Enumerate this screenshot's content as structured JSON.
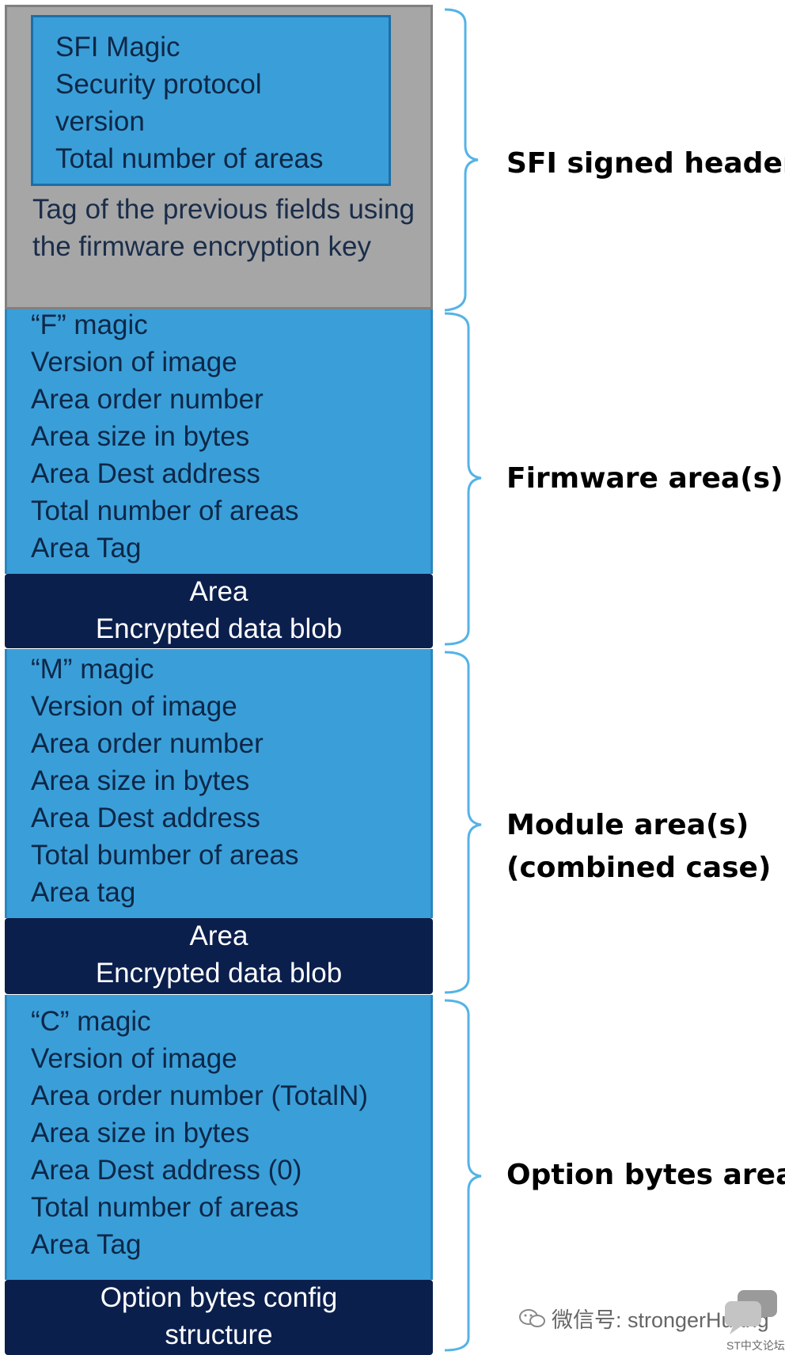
{
  "sfi_header": {
    "inner_fields": [
      "SFI Magic",
      "Security protocol",
      "version",
      "Total number of areas"
    ],
    "tag_text": "Tag of the previous fields using the firmware encryption key",
    "label": "SFI signed header"
  },
  "firmware_area": {
    "fields": [
      "“F” magic",
      "Version of image",
      "Area order number",
      "Area size in bytes",
      "Area Dest address",
      "Total number of areas",
      "Area Tag"
    ],
    "blob": [
      "Area",
      "Encrypted data blob"
    ],
    "label": "Firmware area(s)"
  },
  "module_area": {
    "fields": [
      "“M” magic",
      "Version of image",
      "Area order number",
      "Area size in bytes",
      "Area Dest address",
      "Total bumber of areas",
      "Area tag"
    ],
    "blob": [
      "Area",
      "Encrypted data blob"
    ],
    "label_line1": "Module area(s)",
    "label_line2": "(combined case)"
  },
  "option_bytes_area": {
    "fields": [
      "“C” magic",
      "Version of image",
      "Area order number (TotalN)",
      "Area size in bytes",
      "Area Dest address (0)",
      "Total number of areas",
      "Area Tag"
    ],
    "blob": [
      "Option bytes config",
      "structure"
    ],
    "label": "Option bytes area"
  },
  "watermark": {
    "text": "微信号: strongerHuang",
    "icon": "wechat-icon",
    "logo_caption": "ST中文论坛"
  },
  "colors": {
    "gray_block": "#a6a6a6",
    "blue_block": "#3a9fd8",
    "dark_block": "#0b1f4d",
    "brace": "#55b3e6"
  }
}
